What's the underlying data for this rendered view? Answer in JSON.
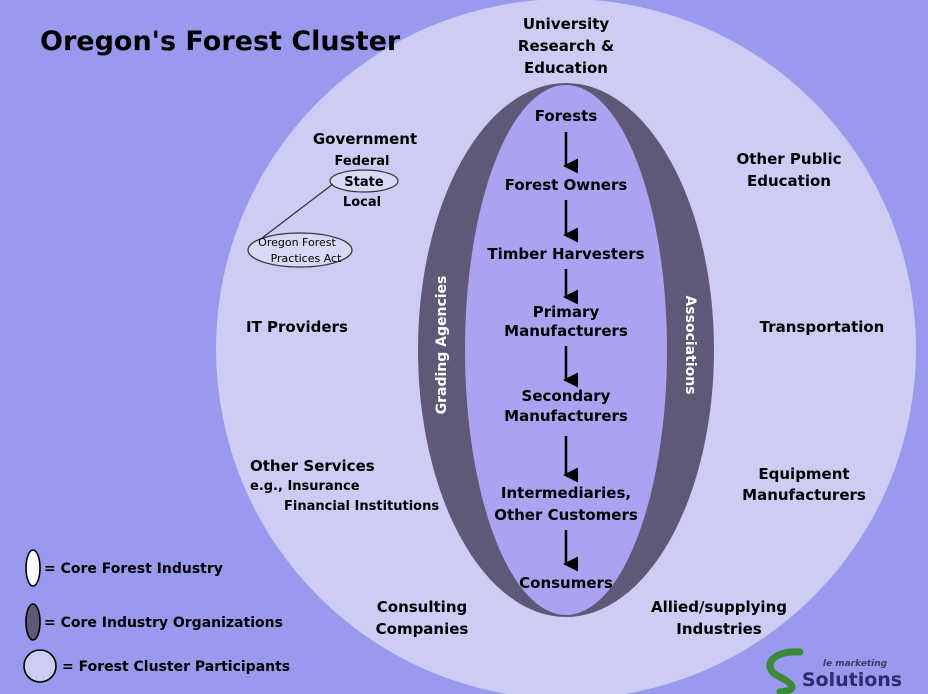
{
  "title": "Oregon's Forest Cluster",
  "colors": {
    "background": "#9999ee",
    "outer_circle": "#ccccf5",
    "oval_ring": "#5f5877",
    "inner_oval": "#a9a3f2"
  },
  "top_label": [
    "University",
    "Research &",
    "Education"
  ],
  "chain": [
    {
      "lines": [
        "Forests"
      ]
    },
    {
      "lines": [
        "Forest Owners"
      ]
    },
    {
      "lines": [
        "Timber Harvesters"
      ]
    },
    {
      "lines": [
        "Primary",
        "Manufacturers"
      ]
    },
    {
      "lines": [
        "Secondary",
        "Manufacturers"
      ]
    },
    {
      "lines": [
        "Intermediaries,",
        "Other Customers"
      ]
    },
    {
      "lines": [
        "Consumers"
      ]
    }
  ],
  "ring_left": "Grading Agencies",
  "ring_right": "Associations",
  "government": {
    "heading": "Government",
    "levels": [
      "Federal",
      "State",
      "Local"
    ],
    "note": [
      "Oregon Forest",
      "Practices Act"
    ]
  },
  "left_labels": {
    "it": "IT Providers",
    "other_services": "Other Services",
    "services_example": "e.g., Insurance",
    "services_example2": "Financial Institutions",
    "consulting": [
      "Consulting",
      "Companies"
    ]
  },
  "right_labels": {
    "other_public": [
      "Other Public",
      "Education"
    ],
    "transportation": "Transportation",
    "equipment": [
      "Equipment",
      "Manufacturers"
    ],
    "allied": [
      "Allied/supplying",
      "Industries"
    ]
  },
  "legend": [
    {
      "text": "= Core Forest Industry"
    },
    {
      "text": "= Core Industry Organizations"
    },
    {
      "text": "= Forest Cluster Participants"
    }
  ],
  "logo": {
    "small": "le marketing",
    "big": "Solutions"
  }
}
